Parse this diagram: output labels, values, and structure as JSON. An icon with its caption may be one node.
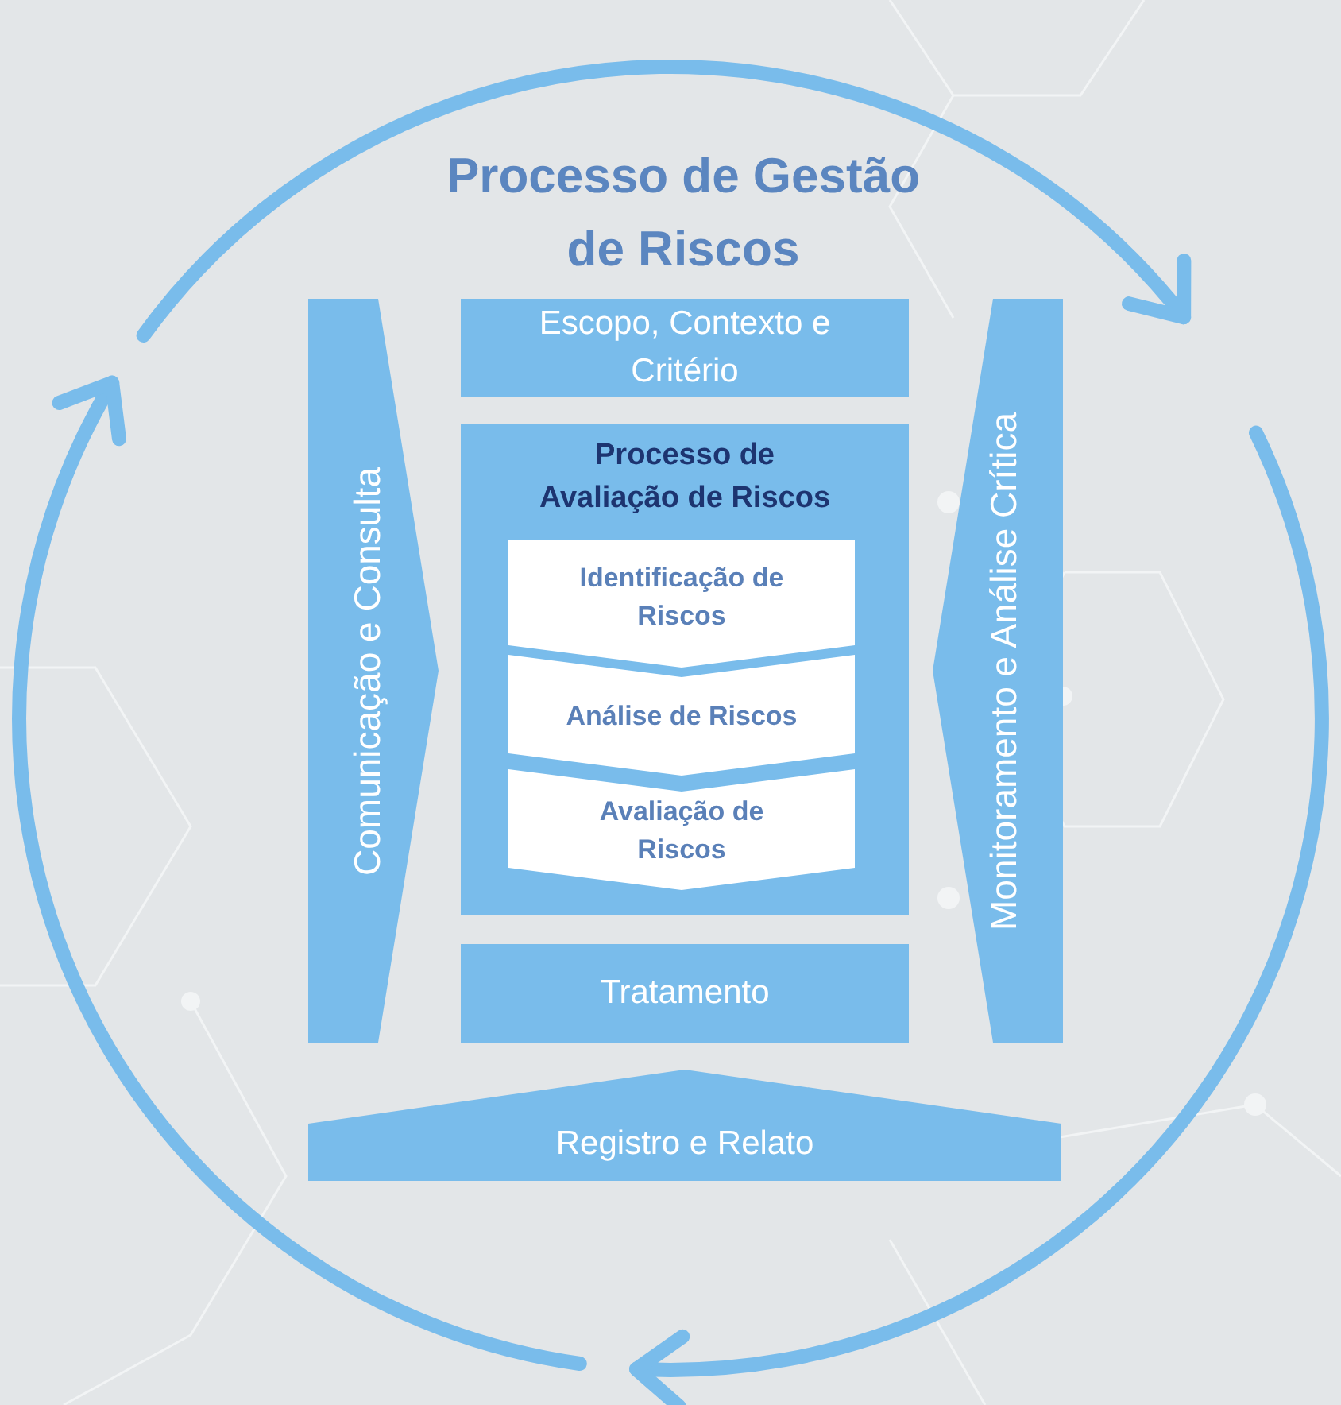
{
  "diagram": {
    "title": "Processo de Gestão de Riscos",
    "nodes": [
      {
        "text": [
          "Comunicação e Consulta"
        ]
      },
      {
        "text": [
          "Escopo, Contexto e Critério"
        ]
      },
      {
        "text": [
          "Processo de Avaliação de Riscos"
        ]
      },
      {
        "text": [
          "Identificação de Riscos"
        ],
        "in": 2
      },
      {
        "text": [
          "Análise de Riscos"
        ],
        "in": 2
      },
      {
        "text": [
          "Avaliação de Riscos"
        ],
        "in": 2
      },
      {
        "text": [
          "Tratamento"
        ]
      },
      {
        "text": [
          "Monitoramento e Análise Crítica"
        ]
      },
      {
        "text": [
          "Registro e Relato"
        ]
      }
    ]
  }
}
